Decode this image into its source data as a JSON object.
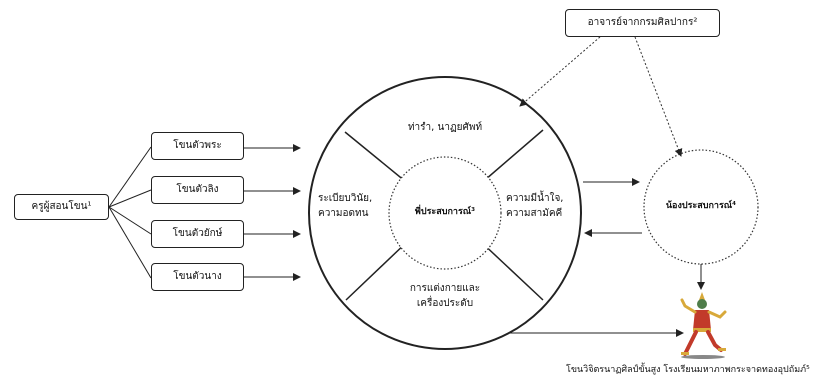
{
  "teacher_label": "ครูผู้สอนโขน¹",
  "dance_roles": [
    "โขนตัวพระ",
    "โขนตัวลิง",
    "โขนตัวยักษ์",
    "โขนตัวนาง"
  ],
  "fine_arts_label": "อาจารย์จากกรมศิลปากร²",
  "circle": {
    "top": "ท่ารำ, นาฏยศัพท์",
    "left_line1": "ระเบียบวินัย,",
    "left_line2": "ความอดทน",
    "right_line1": "ความมีน้ำใจ,",
    "right_line2": "ความสามัคคี",
    "bottom_line1": "การแต่งกายและ",
    "bottom_line2": "เครื่องประดับ",
    "center": "พี่ประสบการณ์³"
  },
  "junior_label": "น้องประสบการณ์⁴",
  "bottom_caption": "โขนวิจิตรนาฏศิลป์ขั้นสูง โรงเรียนมหาภาพกระจาดทองอุปถัมภ์⁵",
  "colors": {
    "line": "#222222",
    "costume_red": "#c23a2a",
    "costume_gold": "#d8a93a",
    "skin_green": "#4f7d4a"
  }
}
